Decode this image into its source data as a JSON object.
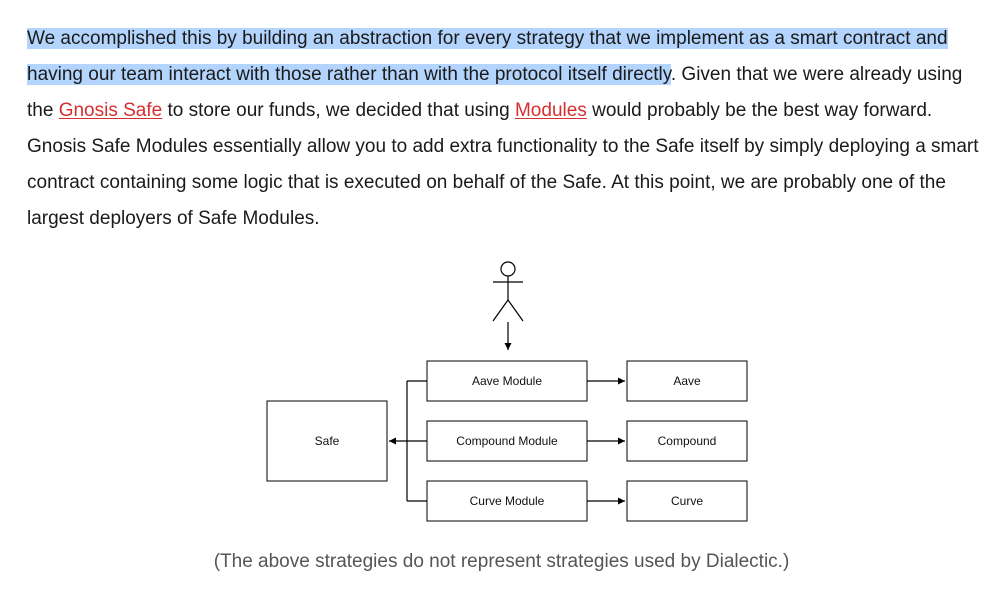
{
  "article": {
    "highlighted_text": "We accomplished this by building an abstraction for every strategy that we implement as a smart contract and having our team interact with those rather than with the protocol itself directly",
    "text_1": ". Given that we were already using the ",
    "link_1": "Gnosis Safe",
    "text_2": " to store our funds, we decided that using ",
    "link_2": "Modules",
    "text_3": " would probably be the best way forward. Gnosis Safe Modules essentially allow you to add extra functionality to the Safe itself by simply deploying a smart contract containing some logic that is executed on behalf of the Safe. At this point, we are probably one of the largest deployers of Safe Modules."
  },
  "diagram": {
    "safe": "Safe",
    "modules": [
      "Aave Module",
      "Compound Module",
      "Curve Module"
    ],
    "protocols": [
      "Aave",
      "Compound",
      "Curve"
    ]
  },
  "caption": "(The above strategies do not represent strategies used by Dialectic.)",
  "colors": {
    "highlight": "#b3d4fc",
    "link": "#d62f2f"
  }
}
